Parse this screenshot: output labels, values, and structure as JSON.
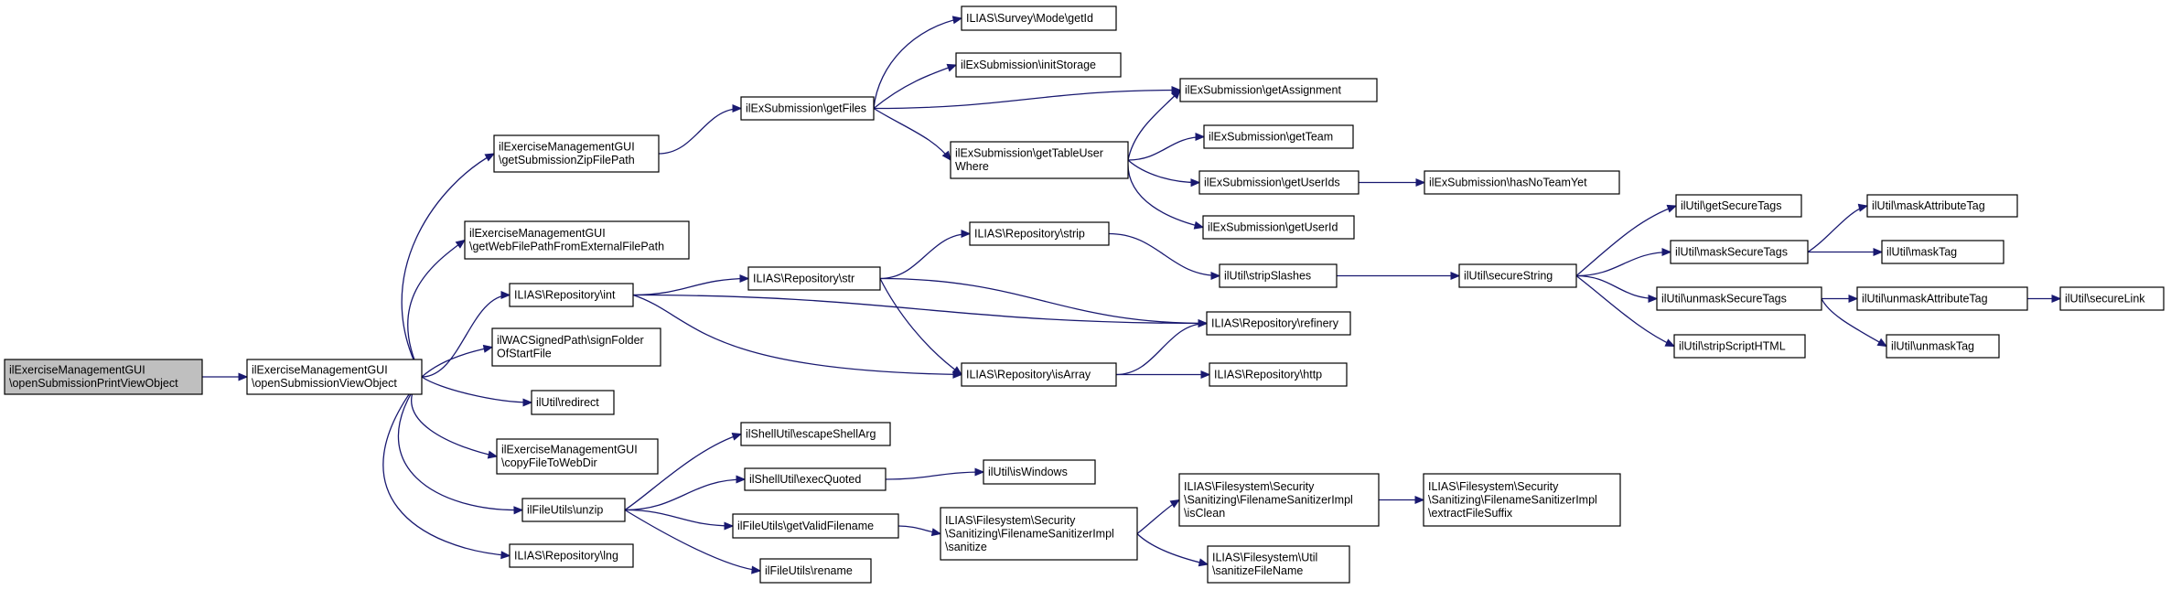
{
  "colors": {
    "edge": "#191970",
    "node_border": "#000000",
    "root_fill": "#bfbfbf",
    "node_fill": "#ffffff"
  },
  "nodes": [
    {
      "id": "root",
      "lines": [
        "ilExerciseManagementGUI",
        "\\openSubmissionPrintViewObject"
      ]
    },
    {
      "id": "osvo",
      "lines": [
        "ilExerciseManagementGUI",
        "\\openSubmissionViewObject"
      ]
    },
    {
      "id": "gszfp",
      "lines": [
        "ilExerciseManagementGUI",
        "\\getSubmissionZipFilePath"
      ]
    },
    {
      "id": "gwfp",
      "lines": [
        "ilExerciseManagementGUI",
        "\\getWebFilePathFromExternalFilePath"
      ]
    },
    {
      "id": "rint",
      "lines": [
        "ILIAS\\Repository\\int"
      ]
    },
    {
      "id": "wac",
      "lines": [
        "ilWACSignedPath\\signFolder",
        "OfStartFile"
      ]
    },
    {
      "id": "redirect",
      "lines": [
        "ilUtil\\redirect"
      ]
    },
    {
      "id": "copyweb",
      "lines": [
        "ilExerciseManagementGUI",
        "\\copyFileToWebDir"
      ]
    },
    {
      "id": "unzip",
      "lines": [
        "ilFileUtils\\unzip"
      ]
    },
    {
      "id": "lng",
      "lines": [
        "ILIAS\\Repository\\lng"
      ]
    },
    {
      "id": "getfiles",
      "lines": [
        "ilExSubmission\\getFiles"
      ]
    },
    {
      "id": "rstr",
      "lines": [
        "ILIAS\\Repository\\str"
      ]
    },
    {
      "id": "escape",
      "lines": [
        "ilShellUtil\\escapeShellArg"
      ]
    },
    {
      "id": "execq",
      "lines": [
        "ilShellUtil\\execQuoted"
      ]
    },
    {
      "id": "gvf",
      "lines": [
        "ilFileUtils\\getValidFilename"
      ]
    },
    {
      "id": "rename",
      "lines": [
        "ilFileUtils\\rename"
      ]
    },
    {
      "id": "mode",
      "lines": [
        "ILIAS\\Survey\\Mode\\getId"
      ]
    },
    {
      "id": "initst",
      "lines": [
        "ilExSubmission\\initStorage"
      ]
    },
    {
      "id": "gtuw",
      "lines": [
        "ilExSubmission\\getTableUser",
        "Where"
      ]
    },
    {
      "id": "rstrip",
      "lines": [
        "ILIAS\\Repository\\strip"
      ]
    },
    {
      "id": "isarr",
      "lines": [
        "ILIAS\\Repository\\isArray"
      ]
    },
    {
      "id": "iswin",
      "lines": [
        "ilUtil\\isWindows"
      ]
    },
    {
      "id": "sanitize",
      "lines": [
        "ILIAS\\Filesystem\\Security",
        "\\Sanitizing\\FilenameSanitizerImpl",
        "\\sanitize"
      ]
    },
    {
      "id": "getassign",
      "lines": [
        "ilExSubmission\\getAssignment"
      ]
    },
    {
      "id": "getteam",
      "lines": [
        "ilExSubmission\\getTeam"
      ]
    },
    {
      "id": "getuserids",
      "lines": [
        "ilExSubmission\\getUserIds"
      ]
    },
    {
      "id": "getuserid",
      "lines": [
        "ilExSubmission\\getUserId"
      ]
    },
    {
      "id": "stripsl",
      "lines": [
        "ilUtil\\stripSlashes"
      ]
    },
    {
      "id": "refinery",
      "lines": [
        "ILIAS\\Repository\\refinery"
      ]
    },
    {
      "id": "http",
      "lines": [
        "ILIAS\\Repository\\http"
      ]
    },
    {
      "id": "isclean",
      "lines": [
        "ILIAS\\Filesystem\\Security",
        "\\Sanitizing\\FilenameSanitizerImpl",
        "\\isClean"
      ]
    },
    {
      "id": "sfn",
      "lines": [
        "ILIAS\\Filesystem\\Util",
        "\\sanitizeFileName"
      ]
    },
    {
      "id": "noteam",
      "lines": [
        "ilExSubmission\\hasNoTeamYet"
      ]
    },
    {
      "id": "securestr",
      "lines": [
        "ilUtil\\secureString"
      ]
    },
    {
      "id": "efs",
      "lines": [
        "ILIAS\\Filesystem\\Security",
        "\\Sanitizing\\FilenameSanitizerImpl",
        "\\extractFileSuffix"
      ]
    },
    {
      "id": "gst",
      "lines": [
        "ilUtil\\getSecureTags"
      ]
    },
    {
      "id": "mst",
      "lines": [
        "ilUtil\\maskSecureTags"
      ]
    },
    {
      "id": "ust",
      "lines": [
        "ilUtil\\unmaskSecureTags"
      ]
    },
    {
      "id": "ssh",
      "lines": [
        "ilUtil\\stripScriptHTML"
      ]
    },
    {
      "id": "mat",
      "lines": [
        "ilUtil\\maskAttributeTag"
      ]
    },
    {
      "id": "mtag",
      "lines": [
        "ilUtil\\maskTag"
      ]
    },
    {
      "id": "uat",
      "lines": [
        "ilUtil\\unmaskAttributeTag"
      ]
    },
    {
      "id": "utag",
      "lines": [
        "ilUtil\\unmaskTag"
      ]
    },
    {
      "id": "slink",
      "lines": [
        "ilUtil\\secureLink"
      ]
    }
  ],
  "edges": [
    [
      "root",
      "osvo"
    ],
    [
      "osvo",
      "gszfp"
    ],
    [
      "osvo",
      "gwfp"
    ],
    [
      "osvo",
      "rint"
    ],
    [
      "osvo",
      "wac"
    ],
    [
      "osvo",
      "redirect"
    ],
    [
      "osvo",
      "copyweb"
    ],
    [
      "osvo",
      "unzip"
    ],
    [
      "osvo",
      "lng"
    ],
    [
      "gszfp",
      "getfiles"
    ],
    [
      "getfiles",
      "mode"
    ],
    [
      "getfiles",
      "initst"
    ],
    [
      "getfiles",
      "getassign"
    ],
    [
      "getfiles",
      "gtuw"
    ],
    [
      "gtuw",
      "getassign"
    ],
    [
      "gtuw",
      "getteam"
    ],
    [
      "gtuw",
      "getuserids"
    ],
    [
      "gtuw",
      "getuserid"
    ],
    [
      "getuserids",
      "noteam"
    ],
    [
      "rint",
      "rstr"
    ],
    [
      "rint",
      "refinery"
    ],
    [
      "rint",
      "isarr"
    ],
    [
      "rstr",
      "rstrip"
    ],
    [
      "rstr",
      "refinery"
    ],
    [
      "rstr",
      "isarr"
    ],
    [
      "rstrip",
      "stripsl"
    ],
    [
      "isarr",
      "refinery"
    ],
    [
      "isarr",
      "http"
    ],
    [
      "stripsl",
      "securestr"
    ],
    [
      "securestr",
      "gst"
    ],
    [
      "securestr",
      "mst"
    ],
    [
      "securestr",
      "ust"
    ],
    [
      "securestr",
      "ssh"
    ],
    [
      "mst",
      "mat"
    ],
    [
      "mst",
      "mtag"
    ],
    [
      "ust",
      "uat"
    ],
    [
      "ust",
      "utag"
    ],
    [
      "uat",
      "slink"
    ],
    [
      "unzip",
      "escape"
    ],
    [
      "unzip",
      "execq"
    ],
    [
      "unzip",
      "gvf"
    ],
    [
      "unzip",
      "rename"
    ],
    [
      "execq",
      "iswin"
    ],
    [
      "gvf",
      "sanitize"
    ],
    [
      "sanitize",
      "isclean"
    ],
    [
      "sanitize",
      "sfn"
    ],
    [
      "isclean",
      "efs"
    ]
  ]
}
